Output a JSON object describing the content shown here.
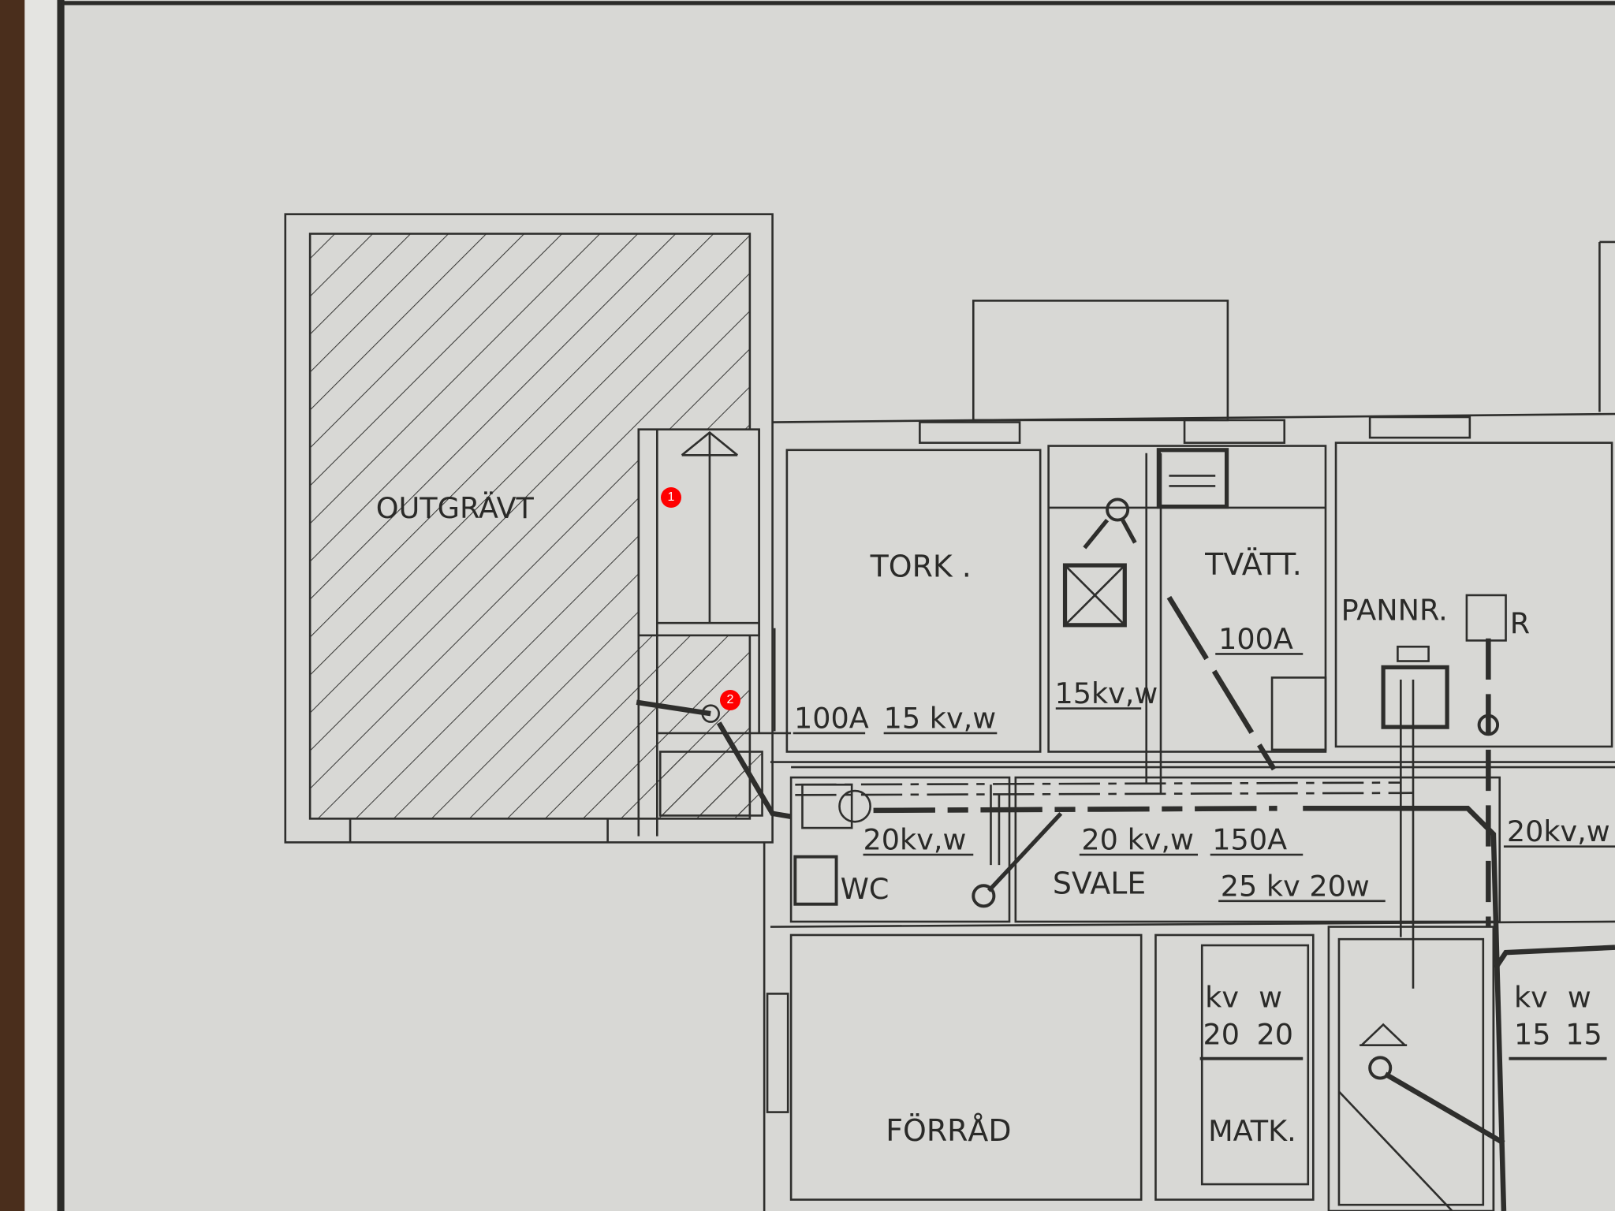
{
  "rooms": {
    "outgravt": "OUTGRÄVT",
    "tork": "TORK .",
    "tvatt": "TVÄTT.",
    "pannr": "PANNR.",
    "pannr_r": "R",
    "wc": "WC",
    "svale": "SVALE",
    "forrad": "FÖRRÅD",
    "matk": "MATK."
  },
  "annotations": {
    "a100_tork": "100A",
    "kvw15_tork": "15 kv,w",
    "kvw15_tvatt": "15kv,w",
    "a100_tvatt": "100A",
    "kvw20_wc": "20kv,w",
    "kvw20_svale": "20 kv,w",
    "a150": "150A",
    "kv25w20": "25 kv 20w",
    "kvw20_right": "20kv,w",
    "matk_kv": "kv",
    "matk_w": "w",
    "matk_kv_val": "20",
    "matk_w_val": "20",
    "right_kv": "kv",
    "right_w": "w",
    "right_kv_val": "15",
    "right_w_val": "15"
  },
  "markers": [
    "1",
    "2"
  ],
  "colors": {
    "paper": "#d8d8d5",
    "ink": "#2a2a28",
    "marker": "#ff0000"
  }
}
